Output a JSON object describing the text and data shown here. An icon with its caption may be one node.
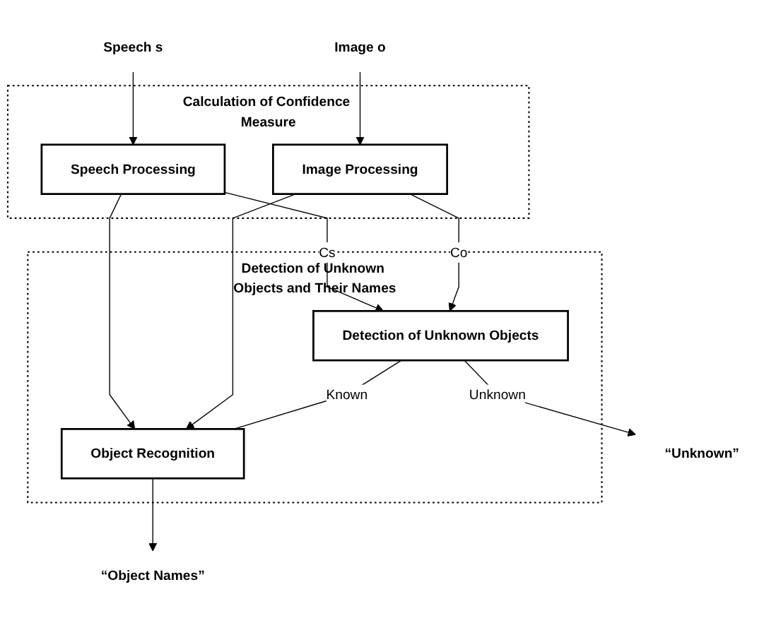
{
  "diagram": {
    "nodes": [
      {
        "text": [
          "Speech s"
        ]
      },
      {
        "text": [
          "Image o"
        ]
      },
      {
        "text": [
          "Calculation of Confidence Measure"
        ]
      },
      {
        "text": [
          "Speech Processing"
        ],
        "in": 2
      },
      {
        "text": [
          "Image Processing"
        ],
        "in": 2
      },
      {
        "text": [
          "Detection of Unknown Objects and Their Names"
        ]
      },
      {
        "text": [
          "Detection of Unknown Objects"
        ],
        "in": 5
      },
      {
        "text": [
          "Object Recognition"
        ],
        "in": 5
      },
      {
        "text": [
          "“Unknown”"
        ]
      },
      {
        "text": [
          "“Object Names”"
        ]
      }
    ],
    "edges": [
      {
        "from": 0,
        "to": 3,
        "arrow": "to"
      },
      {
        "from": 1,
        "to": 4,
        "arrow": "to"
      },
      {
        "from": 3,
        "to": 6,
        "arrow": "to",
        "label": "Cs"
      },
      {
        "from": 4,
        "to": 6,
        "arrow": "to",
        "label": "Co"
      },
      {
        "from": 3,
        "to": 7,
        "arrow": "to"
      },
      {
        "from": 4,
        "to": 7,
        "arrow": "to"
      },
      {
        "from": 6,
        "to": 8,
        "arrow": "to",
        "label": "Unknown"
      },
      {
        "from": 6,
        "to": 7,
        "arrow": "none",
        "label": "Known"
      },
      {
        "from": 7,
        "to": 9,
        "arrow": "to"
      }
    ]
  }
}
